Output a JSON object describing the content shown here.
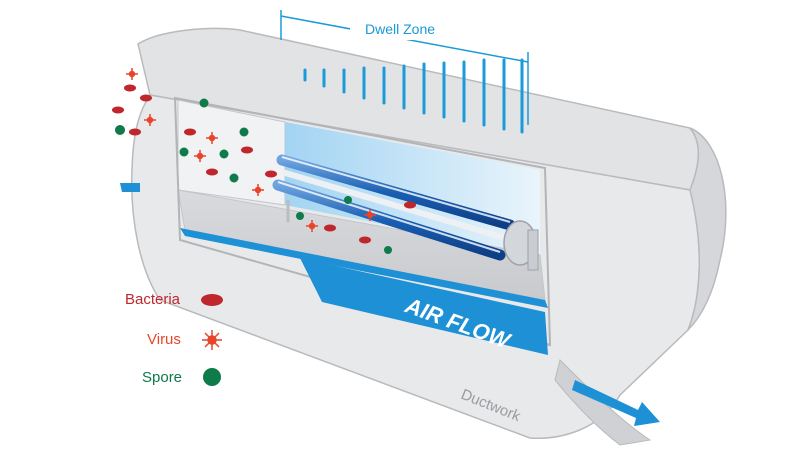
{
  "dwell_zone": {
    "label": "Dwell Zone"
  },
  "airflow": {
    "label": "AIR FLOW"
  },
  "ductwork": {
    "label": "Ductwork"
  },
  "legend": [
    {
      "label": "Bacteria",
      "icon": "bacteria-icon",
      "color": "#c0272d"
    },
    {
      "label": "Virus",
      "icon": "virus-icon",
      "color": "#e8452a"
    },
    {
      "label": "Spore",
      "icon": "spore-icon",
      "color": "#0f7a4a"
    }
  ],
  "colors": {
    "accent_blue": "#1e90d6",
    "dwell_blue": "#1a9ad8",
    "duct_gray": "#e4e5e7",
    "lamp_blue": "#1a5fb4"
  }
}
